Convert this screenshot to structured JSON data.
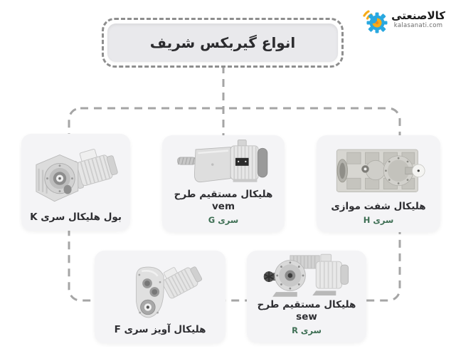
{
  "title": {
    "text": "انواع گیربکس شریف"
  },
  "logo": {
    "brand": "کالاصنعتی",
    "domain": "kalasanati.com",
    "gear_icon": "gear-with-signal-icon",
    "gear_color": "#29a8e0",
    "accent_yellow": "#f8ad18",
    "accent_orange": "#ee8b1e"
  },
  "connector": {
    "style": "dashed",
    "color": "#a5a5a5"
  },
  "colors": {
    "card_background": "#f4f4f6",
    "title_box_fill": "#e9e9ec",
    "label_text": "#2e2e32",
    "series_green": "#3e6f54",
    "dashed_border": "#8e8e8e"
  },
  "cards": [
    {
      "id": "k",
      "label": "بول هلیکال سری K",
      "series": "",
      "image": "bevel-helical-gearmotor-series-k"
    },
    {
      "id": "g",
      "label": "هلیکال مستقیم طرح vem",
      "series": "سری G",
      "image": "inline-helical-gearmotor-vem-series-g"
    },
    {
      "id": "h",
      "label": "هلیکال شفت موازی",
      "series": "سری H",
      "image": "parallel-shaft-helical-gearbox-series-h"
    },
    {
      "id": "f",
      "label": "هلیکال آویز سری F",
      "series": "",
      "image": "shaft-mounted-helical-gearmotor-series-f"
    },
    {
      "id": "r",
      "label": "هلیکال مستقیم طرح sew",
      "series": "سری R",
      "image": "inline-helical-gearmotor-sew-series-r"
    }
  ]
}
